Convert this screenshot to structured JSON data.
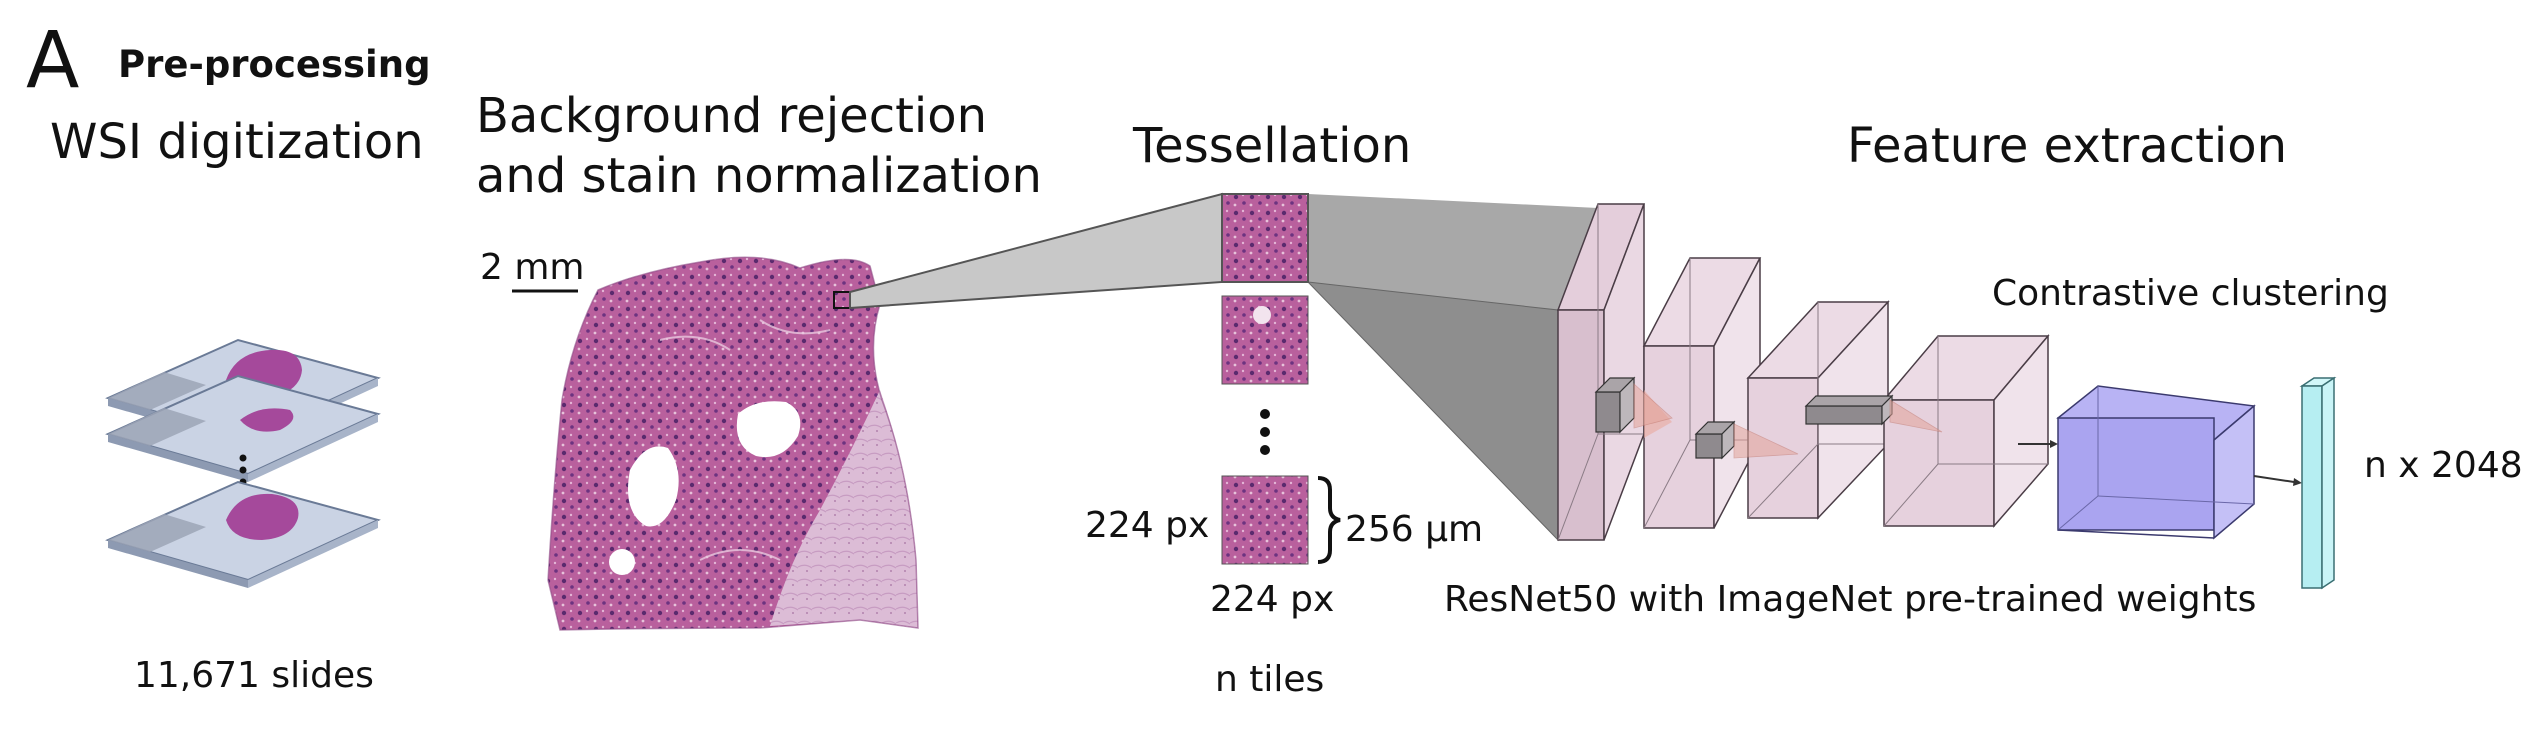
{
  "panel": {
    "letter": "A",
    "subtitle": "Pre-processing"
  },
  "stages": {
    "wsi": {
      "title": "WSI digitization",
      "count": "11,671 slides"
    },
    "background": {
      "title_line1": "Background rejection",
      "title_line2": "and stain normalization",
      "scale": "2 mm"
    },
    "tessellation": {
      "title": "Tessellation",
      "tile_height": "224 px",
      "tile_width": "224 px",
      "tile_size": "256 µm",
      "count": "n tiles"
    },
    "features": {
      "title": "Feature extraction",
      "clustering": "Contrastive clustering",
      "network": "ResNet50 with ImageNet pre-trained weights",
      "output": "n x 2048"
    }
  },
  "colors": {
    "tissue": "#b05a9a",
    "tissue_light": "#d9b2d2",
    "slide": "#c9d2e3",
    "slide_frosted": "#9aa4b5",
    "cnn_block": "#e8d5e0",
    "cluster_block": "#a9a5f0",
    "output_vector": "#b9f1f4",
    "funnel": "#a9a9a9"
  }
}
